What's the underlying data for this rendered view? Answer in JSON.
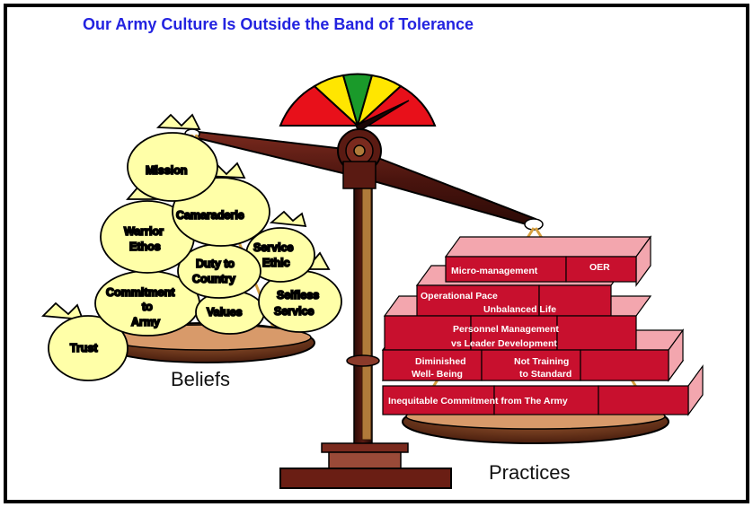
{
  "title": "Our Army Culture Is Outside the Band of Tolerance",
  "beliefs_label": "Beliefs",
  "practices_label": "Practices",
  "beliefs": {
    "mission": "Mission",
    "camaraderie": "Camaraderie",
    "warrior_ethos_1": "Warrior",
    "warrior_ethos_2": "Ethos",
    "service_ethic_1": "Service",
    "service_ethic_2": "Ethic",
    "duty_1": "Duty to",
    "duty_2": "Country",
    "commitment_1": "Commitment",
    "commitment_2": "to",
    "commitment_3": "Army",
    "values": "Values",
    "selfless_1": "Selfless",
    "selfless_2": "Service",
    "trust": "Trust"
  },
  "practices": {
    "micro_management": "Micro-management",
    "oer": "OER",
    "operational_pace": "Operational Pace",
    "unbalanced_life": "Unbalanced Life",
    "personnel_1": "Personnel Management",
    "personnel_2": "vs Leader Development",
    "diminished_1": "Diminished",
    "diminished_2": "Well- Being",
    "not_training_1": "Not Training",
    "not_training_2": "to Standard",
    "inequitable": "Inequitable Commitment from The Army"
  },
  "colors": {
    "title": "#2323e0",
    "bag_fill": "#ffffa8",
    "brick": "#c8102e",
    "brick_top": "#f3a6ae",
    "beam": "#5a1a12",
    "gauge_red": "#e8101a",
    "gauge_yellow": "#ffe600",
    "gauge_green": "#1a9a2a"
  }
}
